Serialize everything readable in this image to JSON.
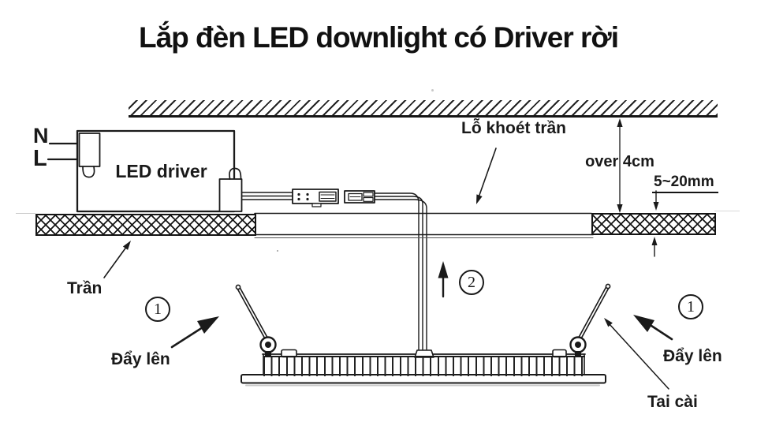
{
  "title": "Lắp đèn LED downlight có Driver rời",
  "wiring": {
    "neutral": "N",
    "live": "L",
    "driver": "LED driver"
  },
  "annotations": {
    "ceiling_hole": "Lỗ khoét trần",
    "clearance": "over 4cm",
    "ceiling_thickness": "5~20mm",
    "ceiling": "Trần",
    "push_up_left": "Đẩy lên",
    "push_up_right": "Đẩy lên",
    "spring_clip": "Tai cài"
  },
  "steps": {
    "step1_left": "1",
    "step2": "2",
    "step1_right": "1"
  },
  "colors": {
    "ink": "#1a1a1a",
    "paper": "#ffffff"
  }
}
